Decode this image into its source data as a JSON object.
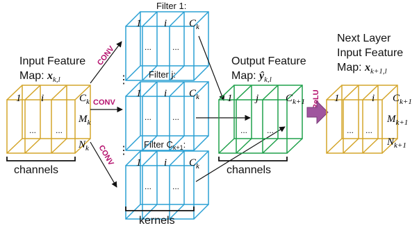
{
  "colors": {
    "input": "#d4a52a",
    "filter": "#2aa0d4",
    "output": "#1fa04a",
    "conv": "#b5126e",
    "relu_arrow": "#a0559e"
  },
  "input": {
    "title_line1": "Input Feature",
    "title_line2": "Map: ",
    "var": "x",
    "sub": "k,l",
    "idx1": "1",
    "idxi": "i",
    "ck": "C",
    "ck_sub": "k",
    "mk": "M",
    "mk_sub": "k",
    "nk": "N",
    "nk_sub": "k",
    "dots": "...",
    "brace_label": "channels"
  },
  "filters": {
    "filter1": "Filter 1:",
    "filterj": "Filter j:",
    "filtercl_a": "Filter C",
    "filtercl_sub": "k+1",
    "filtercl_b": ":",
    "idx1": "1",
    "idxi": "i",
    "ck": "C",
    "ck_sub": "k",
    "dots": "...",
    "vdots": "⋮",
    "brace_label": "kernels"
  },
  "conv": {
    "label": "CONV"
  },
  "output": {
    "title_line1": "Output Feature",
    "title_line2": "Map: ",
    "var": "ŷ",
    "sub": "k,l",
    "idx1": "1",
    "idxj": "j",
    "c": "C",
    "c_sub": "k+1",
    "dots": "...",
    "brace_label": "channels"
  },
  "relu": {
    "label": "ReLU"
  },
  "next": {
    "title_line1": "Next Layer",
    "title_line2": "Input Feature",
    "title_line3": "Map: ",
    "var": "x",
    "sub": "k+1,l",
    "idx1": "1",
    "idxi": "i",
    "c": "C",
    "c_sub": "k+1",
    "m": "M",
    "m_sub": "k+1",
    "n": "N",
    "n_sub": "k+1",
    "dots": "..."
  }
}
